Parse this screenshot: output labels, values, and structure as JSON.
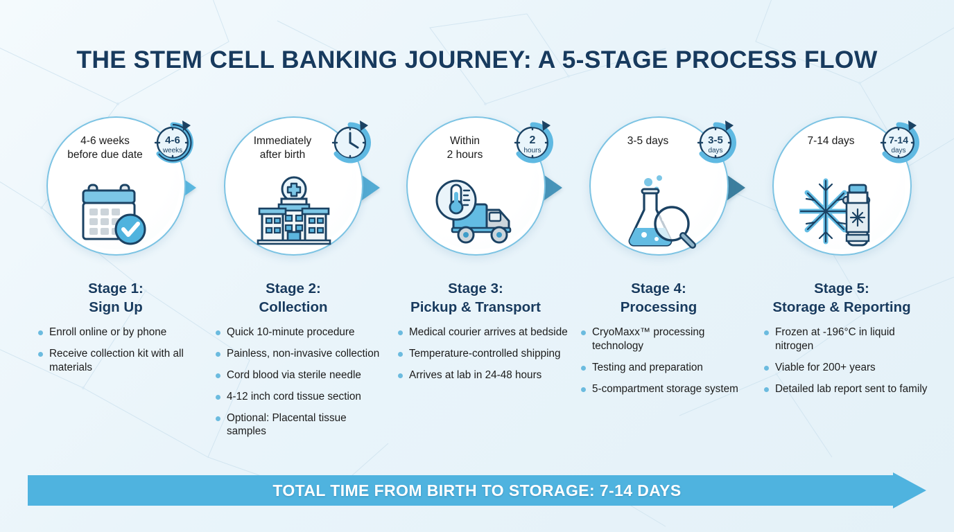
{
  "title": "THE STEM CELL BANKING JOURNEY: A 5-STAGE PROCESS FLOW",
  "colors": {
    "title_navy": "#173a5e",
    "accent_light_blue": "#5bb8e0",
    "accent_mid_blue": "#4a9ec4",
    "accent_deep_blue": "#3c7e9e",
    "bullet_dot": "#6bbbdf",
    "circle_ring": "#7cc3e3",
    "banner_blue": "#4fb3df",
    "background": "#eaf4fa"
  },
  "stages": [
    {
      "circle_text": "4-6 weeks\nbefore due date",
      "circle_line1": "4-6 weeks",
      "circle_line2": "before due date",
      "badge_line1": "4-6",
      "badge_line2": "weeks",
      "icon": "calendar-check-icon",
      "heading_line1": "Stage 1:",
      "heading_line2": "Sign Up",
      "bullets": [
        "Enroll online or by phone",
        "Receive collection kit with all materials"
      ]
    },
    {
      "circle_text": "Immediately\nafter birth",
      "circle_line1": "Immediately",
      "circle_line2": "after birth",
      "badge_line1": "",
      "badge_line2": "",
      "icon": "hospital-icon",
      "heading_line1": "Stage 2:",
      "heading_line2": "Collection",
      "bullets": [
        "Quick 10-minute procedure",
        "Painless, non-invasive collection",
        "Cord blood via sterile needle",
        "4-12 inch cord tissue section",
        "Optional: Placental tissue samples"
      ]
    },
    {
      "circle_text": "Within\n2 hours",
      "circle_line1": "Within",
      "circle_line2": "2 hours",
      "badge_line1": "2",
      "badge_line2": "hours",
      "icon": "refrigerated-truck-icon",
      "heading_line1": "Stage 3:",
      "heading_line2": "Pickup & Transport",
      "bullets": [
        "Medical courier arrives at bedside",
        "Temperature-controlled shipping",
        "Arrives at lab in 24-48 hours"
      ]
    },
    {
      "circle_text": "3-5 days",
      "circle_line1": "3-5 days",
      "circle_line2": "",
      "badge_line1": "3-5",
      "badge_line2": "days",
      "icon": "flask-magnifier-icon",
      "heading_line1": "Stage 4:",
      "heading_line2": "Processing",
      "bullets": [
        "CryoMaxx™ processing technology",
        "Testing and preparation",
        "5-compartment storage system"
      ]
    },
    {
      "circle_text": "7-14 days",
      "circle_line1": "7-14 days",
      "circle_line2": "",
      "badge_line1": "7-14",
      "badge_line2": "days",
      "icon": "cryo-tank-snowflake-icon",
      "heading_line1": "Stage 5:",
      "heading_line2": "Storage & Reporting",
      "bullets": [
        "Frozen at -196°C in liquid nitrogen",
        "Viable for 200+ years",
        "Detailed lab report sent to family"
      ]
    }
  ],
  "banner": {
    "label": "TOTAL TIME FROM BIRTH TO STORAGE: 7-14 DAYS"
  }
}
